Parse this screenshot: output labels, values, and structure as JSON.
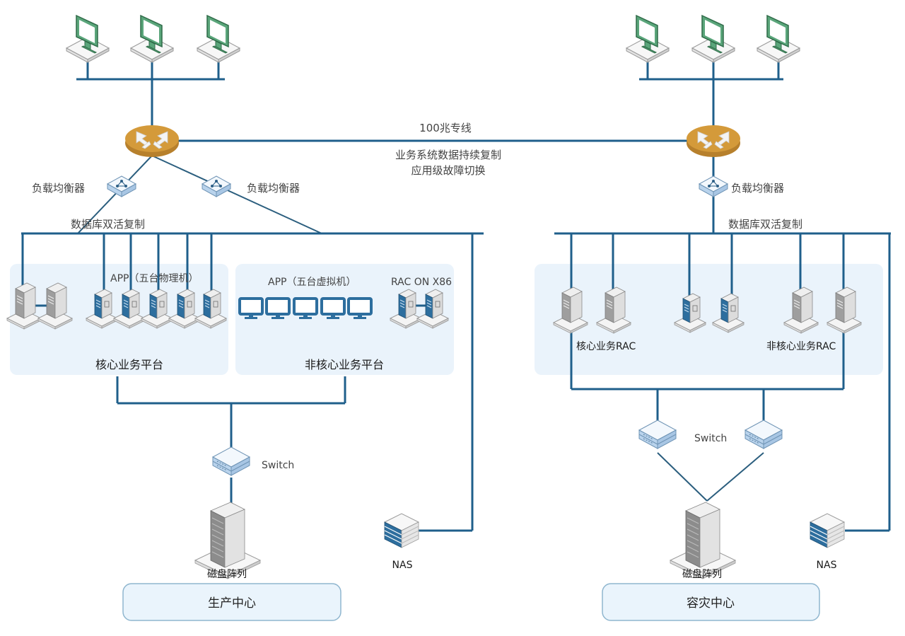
{
  "link": {
    "bandwidth_label": "100兆专线",
    "desc_line1": "业务系统数据持续复制",
    "desc_line2": "应用级故障切换"
  },
  "production": {
    "site_label": "生产中心",
    "load_balancer_label_left": "负载均衡器",
    "load_balancer_label_right": "负载均衡器",
    "db_replication_label": "数据库双活复制",
    "core_platform_label": "核心业务平台",
    "noncore_platform_label": "非核心业务平台",
    "app_physical_label": "APP（五台物理机）",
    "app_virtual_label": "APP（五台虚拟机）",
    "rac_x86_label": "RAC ON X86",
    "switch_label": "Switch",
    "disk_array_label": "磁盘阵列",
    "nas_label": "NAS",
    "client_count": 3,
    "physical_app_count": 5,
    "virtual_app_count": 5
  },
  "disaster_recovery": {
    "site_label": "容灾中心",
    "load_balancer_label": "负载均衡器",
    "db_replication_label": "数据库双活复制",
    "core_rac_label": "核心业务RAC",
    "noncore_rac_label": "非核心业务RAC",
    "switch_label": "Switch",
    "disk_array_label": "磁盘阵列",
    "nas_label": "NAS",
    "client_count": 3
  },
  "colors": {
    "wire": "#1f5f8b",
    "router": "#d49a3a",
    "monitor_green": "#5aa57a",
    "device_blue": "#2d6e9e",
    "device_light": "#c5dcf2",
    "zone_fill": "#eaf3fb"
  }
}
